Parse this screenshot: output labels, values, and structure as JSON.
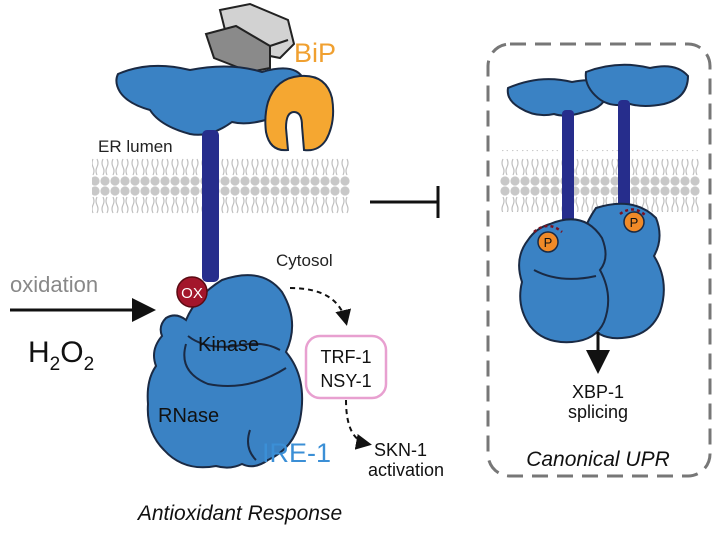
{
  "left_panel": {
    "bip_label": "BiP",
    "er_lumen_label": "ER lumen",
    "cytosol_label": "Cytosol",
    "ox_label": "OX",
    "oxidation_label": "oxidation",
    "h2o2": {
      "h": "H",
      "sub1": "2",
      "o": "O",
      "sub2": "2"
    },
    "kinase_label": "Kinase",
    "rnase_label": "RNase",
    "ire1_label": "IRE-1",
    "trf1_label": "TRF-1",
    "nsy1_label": "NSY-1",
    "skn1_line1": "SKN-1",
    "skn1_line2": "activation",
    "caption": "Antioxidant Response"
  },
  "right_panel": {
    "phospho_label": "P",
    "xbp1_line1": "XBP-1",
    "xbp1_line2": "splicing",
    "caption": "Canonical UPR"
  },
  "colors": {
    "protein_blue": "#3a82c4",
    "ire1_label_blue": "#3b8fd6",
    "tm_helix": "#262d8c",
    "bip_orange": "#f5a731",
    "bip_label_orange": "#f0a030",
    "ox_red": "#a3162b",
    "phospho_orange": "#f08a28",
    "trf_box_pink": "#e8a0d0",
    "membrane_gray": "#c8c8c8",
    "oxidation_gray": "#888888"
  }
}
